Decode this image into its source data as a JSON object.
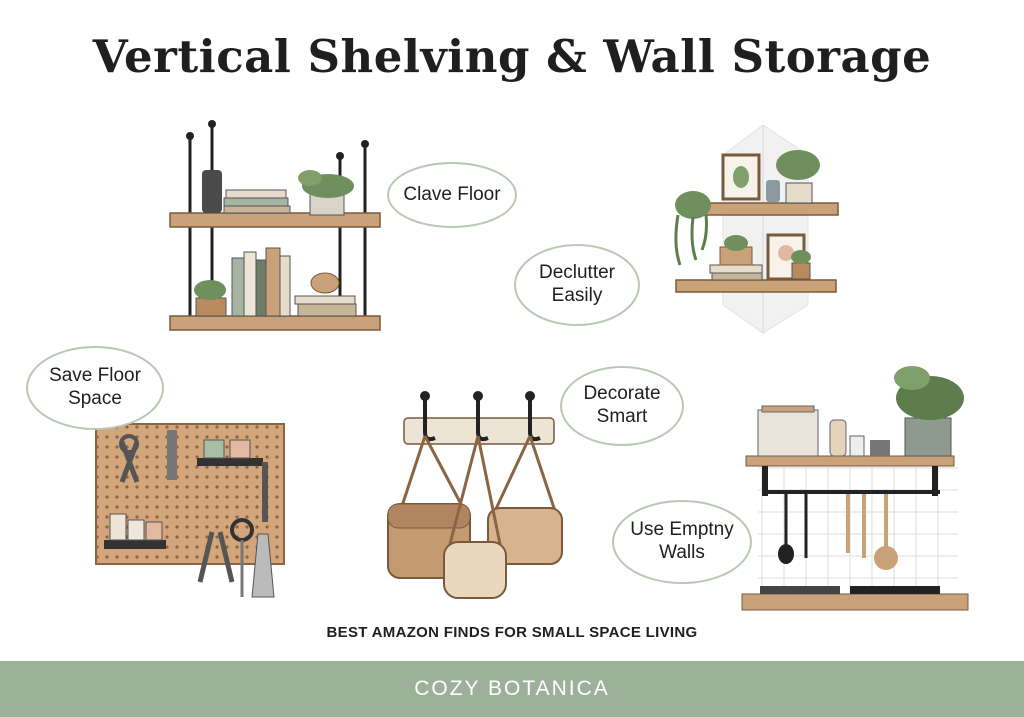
{
  "title": "Vertical Shelving & Wall Storage",
  "callouts": {
    "clave_floor": "Clave Floor",
    "declutter": "Declutter Easily",
    "save_floor": "Save Floor Space",
    "decorate": "Decorate Smart",
    "use_walls": "Use Emptny Walls"
  },
  "tagline": "BEST AMAZON FINDS FOR SMALL SPACE LIVING",
  "footer": {
    "brand": "COZY BOTANICA"
  },
  "colors": {
    "accent_green": "#9cb09a",
    "bubble_border": "#b9c8b4",
    "wood": "#c9a27a",
    "pegboard": "#d2a57b",
    "leather": "#c49b70"
  }
}
